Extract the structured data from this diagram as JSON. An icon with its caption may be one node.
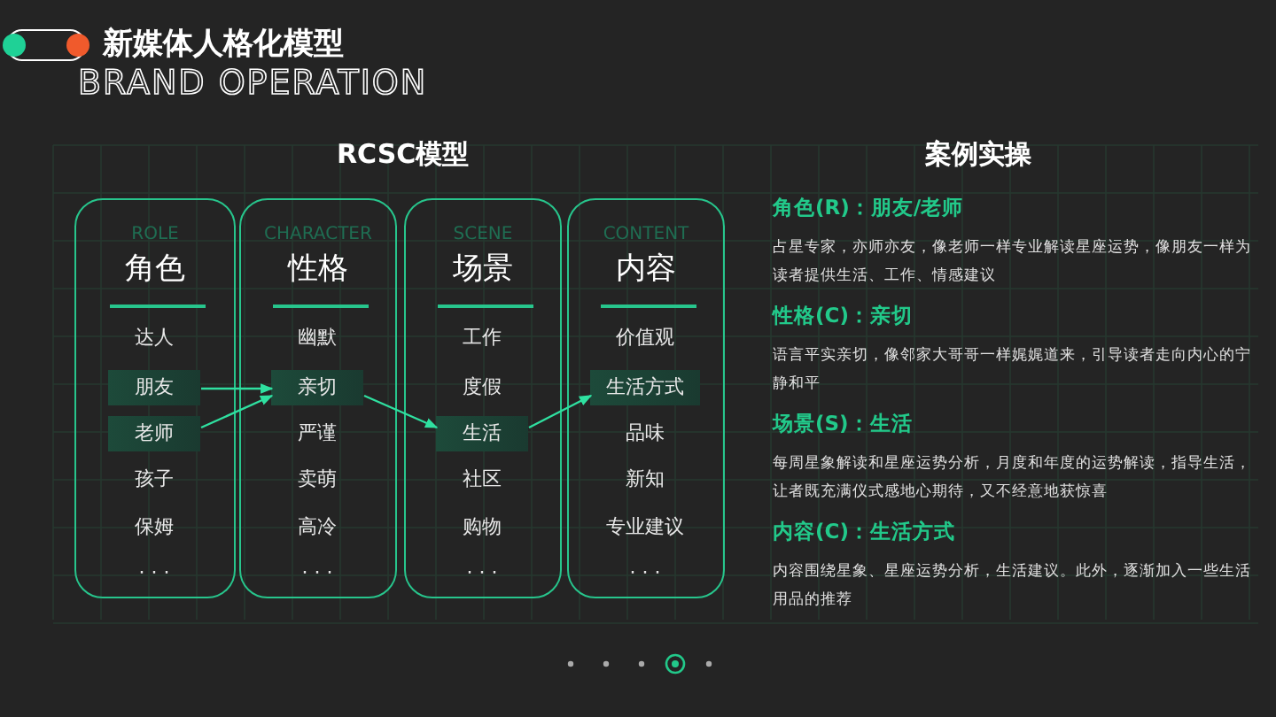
{
  "diagram": {
    "title": "新媒体人格化模型",
    "nodes": [
      {
        "text": [
          "ROLE",
          "角色"
        ]
      },
      {
        "text": [
          "达人"
        ],
        "in": 0
      },
      {
        "text": [
          "朋友"
        ],
        "in": 0
      },
      {
        "text": [
          "老师"
        ],
        "in": 0
      },
      {
        "text": [
          "孩子"
        ],
        "in": 0
      },
      {
        "text": [
          "保姆"
        ],
        "in": 0
      },
      {
        "text": [
          "· · ·"
        ],
        "in": 0
      },
      {
        "text": [
          "CHARACTER",
          "性格"
        ]
      },
      {
        "text": [
          "幽默"
        ],
        "in": 7
      },
      {
        "text": [
          "亲切"
        ],
        "in": 7
      },
      {
        "text": [
          "严谨"
        ],
        "in": 7
      },
      {
        "text": [
          "卖萌"
        ],
        "in": 7
      },
      {
        "text": [
          "高冷"
        ],
        "in": 7
      },
      {
        "text": [
          "· · ·"
        ],
        "in": 7
      },
      {
        "text": [
          "SCENE",
          "场景"
        ]
      },
      {
        "text": [
          "工作"
        ],
        "in": 14
      },
      {
        "text": [
          "度假"
        ],
        "in": 14
      },
      {
        "text": [
          "生活"
        ],
        "in": 14
      },
      {
        "text": [
          "社区"
        ],
        "in": 14
      },
      {
        "text": [
          "购物"
        ],
        "in": 14
      },
      {
        "text": [
          "· · ·"
        ],
        "in": 14
      },
      {
        "text": [
          "CONTENT",
          "内容"
        ]
      },
      {
        "text": [
          "价值观"
        ],
        "in": 21
      },
      {
        "text": [
          "生活方式"
        ],
        "in": 21
      },
      {
        "text": [
          "品味"
        ],
        "in": 21
      },
      {
        "text": [
          "新知"
        ],
        "in": 21
      },
      {
        "text": [
          "专业建议"
        ],
        "in": 21
      },
      {
        "text": [
          "· · ·"
        ],
        "in": 21
      }
    ],
    "edges": [
      {
        "from": 2,
        "to": 9,
        "arrow": "to"
      },
      {
        "from": 3,
        "to": 9,
        "arrow": "to"
      },
      {
        "from": 9,
        "to": 17,
        "arrow": "to"
      },
      {
        "from": 17,
        "to": 23,
        "arrow": "to"
      }
    ],
    "labels": [
      "BRAND OPERATION",
      "RCSC模型",
      "案例实操",
      "角色(R)：朋友/老师",
      "占星专家，亦师亦友，像老师一样专业解读星座运势，像朋友一样为读者提供生活、工作、情感建议",
      "性格(C)：亲切",
      "语言平实亲切，像邻家大哥哥一样娓娓道来，引导读者走向内心的宁静和平",
      "场景(S)：生活",
      "每周星象解读和星座运势分析，月度和年度的运势解读，指导生活，让者既充满仪式感地心期待，又不经意地获惊喜",
      "内容(C)：生活方式",
      "内容围绕星象、星座运势分析，生活建议。此外，逐渐加入一些生活用品的推荐"
    ]
  }
}
